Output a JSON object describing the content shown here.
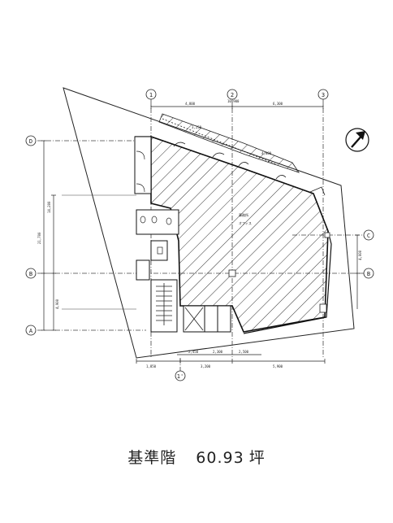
{
  "caption": {
    "floor_label": "基準階",
    "area_value": "60.93",
    "area_unit": "坪"
  },
  "axes": {
    "columns": [
      "1",
      "2",
      "3",
      "1'"
    ],
    "rows": [
      "D",
      "C",
      "B",
      "A"
    ]
  },
  "north_arrow": "north-east"
}
